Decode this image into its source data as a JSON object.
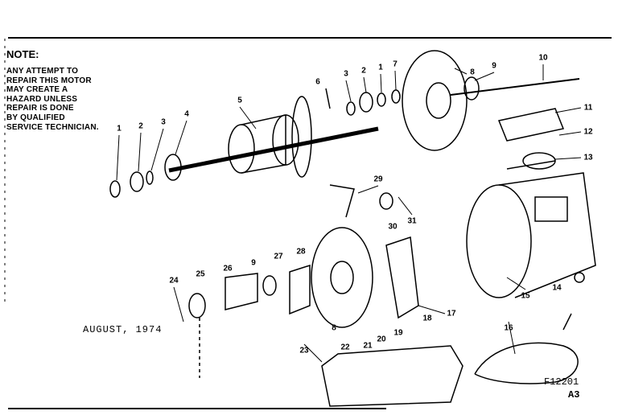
{
  "note": {
    "title": "NOTE:",
    "lines": [
      "ANY ATTEMPT TO",
      "REPAIR THIS MOTOR",
      "MAY CREATE A",
      "HAZARD UNLESS",
      "REPAIR IS DONE",
      "BY QUALIFIED",
      "SERVICE TECHNICIAN."
    ]
  },
  "date": "AUGUST, 1974",
  "figure_code": "F12201",
  "revision": "A3",
  "part_labels": [
    "1",
    "2",
    "3",
    "4",
    "5",
    "6",
    "3",
    "2",
    "1",
    "7",
    "8",
    "9",
    "10",
    "11",
    "12",
    "13",
    "14",
    "15",
    "16",
    "17",
    "18",
    "19",
    "20",
    "21",
    "22",
    "23",
    "24",
    "25",
    "26",
    "9",
    "27",
    "28",
    "29",
    "30",
    "31",
    "8"
  ]
}
